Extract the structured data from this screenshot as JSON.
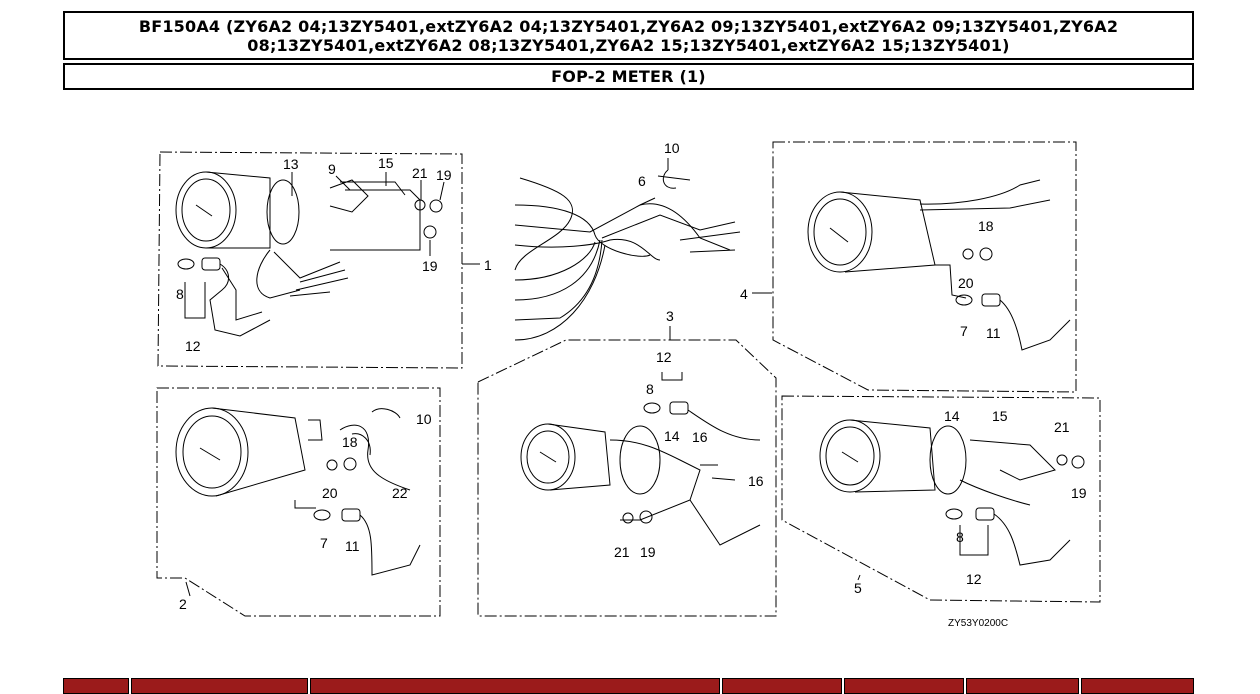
{
  "header": {
    "model_line": "BF150A4 (ZY6A2 04;13ZY5401,extZY6A2 04;13ZY5401,ZY6A2 09;13ZY5401,extZY6A2 09;13ZY5401,ZY6A2 08;13ZY5401,extZY6A2 08;13ZY5401,ZY6A2 15;13ZY5401,extZY6A2 15;13ZY5401)",
    "section_title": "FOP-2 METER (1)"
  },
  "diagram": {
    "callouts": {
      "c13a": "13",
      "c9": "9",
      "c15a": "15",
      "c21a": "21",
      "c19a": "19",
      "c19b": "19",
      "c8a": "8",
      "c12a": "12",
      "c1": "1",
      "c10a": "10",
      "c6": "6",
      "c18a": "18",
      "c20a": "20",
      "c4": "4",
      "c7a": "7",
      "c11a": "11",
      "c3": "3",
      "c12b": "12",
      "c8b": "8",
      "c14a": "14",
      "c16a": "16",
      "c16b": "16",
      "c21b": "21",
      "c19c": "19",
      "c10b": "10",
      "c18b": "18",
      "c20b": "20",
      "c22": "22",
      "c7b": "7",
      "c11b": "11",
      "c2": "2",
      "c14b": "14",
      "c15b": "15",
      "c21c": "21",
      "c19d": "19",
      "c8c": "8",
      "c12c": "12",
      "c5": "5"
    },
    "drawing_code": "ZY53Y0200C"
  },
  "table_header_color": "#9b1b1b"
}
